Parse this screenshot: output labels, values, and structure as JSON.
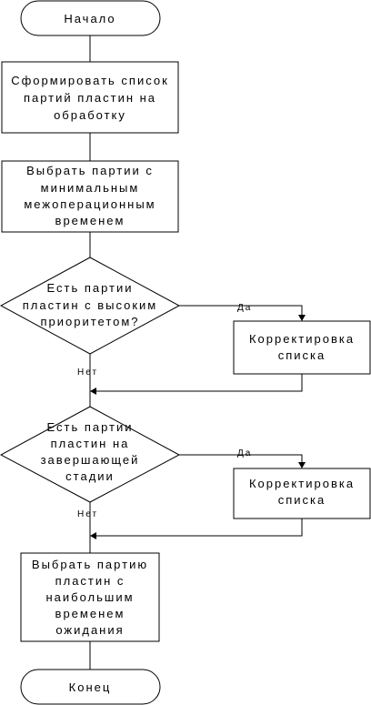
{
  "flowchart": {
    "start": {
      "label": "Начало"
    },
    "step_form_list": {
      "lines": [
        "Сформировать список",
        "партий пластин на",
        "обработку"
      ]
    },
    "step_select_min": {
      "lines": [
        "Выбрать партии с",
        "минимальным",
        "межоперационным",
        "временем"
      ]
    },
    "decision_priority": {
      "lines": [
        "Есть партии",
        "пластин с высоким",
        "приоритетом?"
      ],
      "yes_label": "Да",
      "no_label": "Нет"
    },
    "correction_1": {
      "lines": [
        "Корректировка",
        "списка"
      ]
    },
    "decision_final_stage": {
      "lines": [
        "Есть партии",
        "пластин на",
        "завершающей",
        "стадии"
      ],
      "yes_label": "Да",
      "no_label": "Нет"
    },
    "correction_2": {
      "lines": [
        "Корректировка",
        "списка"
      ]
    },
    "step_select_longest": {
      "lines": [
        "Выбрать партию",
        "пластин с",
        "наибольшим",
        "временем",
        "ожидания"
      ]
    },
    "end": {
      "label": "Конец"
    }
  }
}
